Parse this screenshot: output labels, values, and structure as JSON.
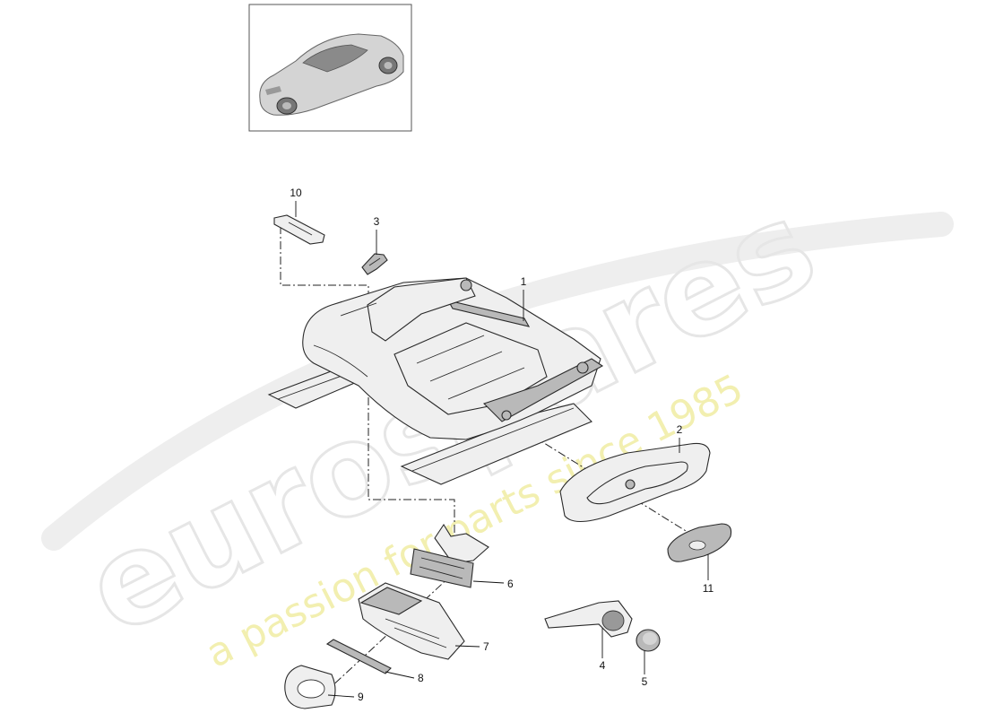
{
  "watermark": {
    "brand": "eurospares",
    "tagline": "a passion for parts since 1985"
  },
  "vehicle_thumbnail": {
    "icon": "sports-car-icon"
  },
  "callouts": [
    {
      "id": "1",
      "label": "1"
    },
    {
      "id": "2",
      "label": "2"
    },
    {
      "id": "3",
      "label": "3"
    },
    {
      "id": "4",
      "label": "4"
    },
    {
      "id": "5",
      "label": "5"
    },
    {
      "id": "6",
      "label": "6"
    },
    {
      "id": "7",
      "label": "7"
    },
    {
      "id": "8",
      "label": "8"
    },
    {
      "id": "9",
      "label": "9"
    },
    {
      "id": "10",
      "label": "10"
    },
    {
      "id": "11",
      "label": "11"
    }
  ],
  "colors": {
    "line": "#2a2a2a",
    "watermark_grey": "#e6e6e6",
    "watermark_yellow": "#f2efb0"
  }
}
